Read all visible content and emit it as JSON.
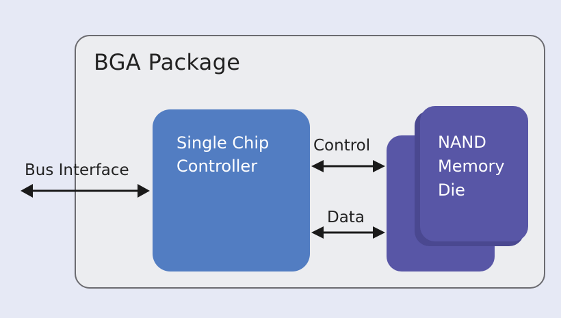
{
  "diagram": {
    "title": "BGA Package",
    "controller": {
      "line1": "Single Chip",
      "line2": "Controller"
    },
    "nand": {
      "line1": "NAND",
      "line2": "Memory",
      "line3": "Die"
    },
    "links": {
      "bus": "Bus Interface",
      "control": "Control",
      "data": "Data"
    },
    "colors": {
      "background": "#e6e9f5",
      "package_fill": "#ecedf0",
      "package_border": "#6b6b70",
      "controller": "#527dc2",
      "nand": "#5856a6",
      "arrow": "#1a1a1a"
    }
  }
}
